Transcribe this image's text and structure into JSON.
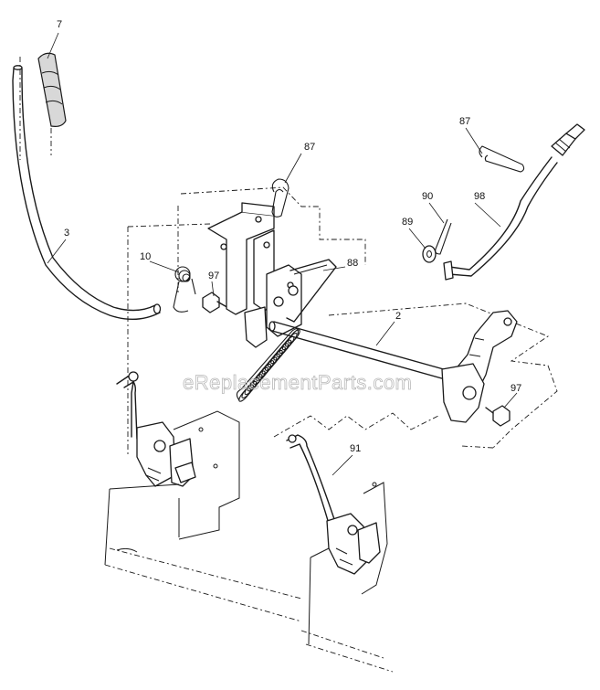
{
  "watermark": "eReplacementParts.com",
  "callouts": {
    "c7": "7",
    "c3": "3",
    "c10": "10",
    "c97a": "97",
    "c87a": "87",
    "c88": "88",
    "c2": "2",
    "c87b": "87",
    "c90": "90",
    "c98": "98",
    "c89": "89",
    "c97b": "97",
    "c91": "91"
  }
}
